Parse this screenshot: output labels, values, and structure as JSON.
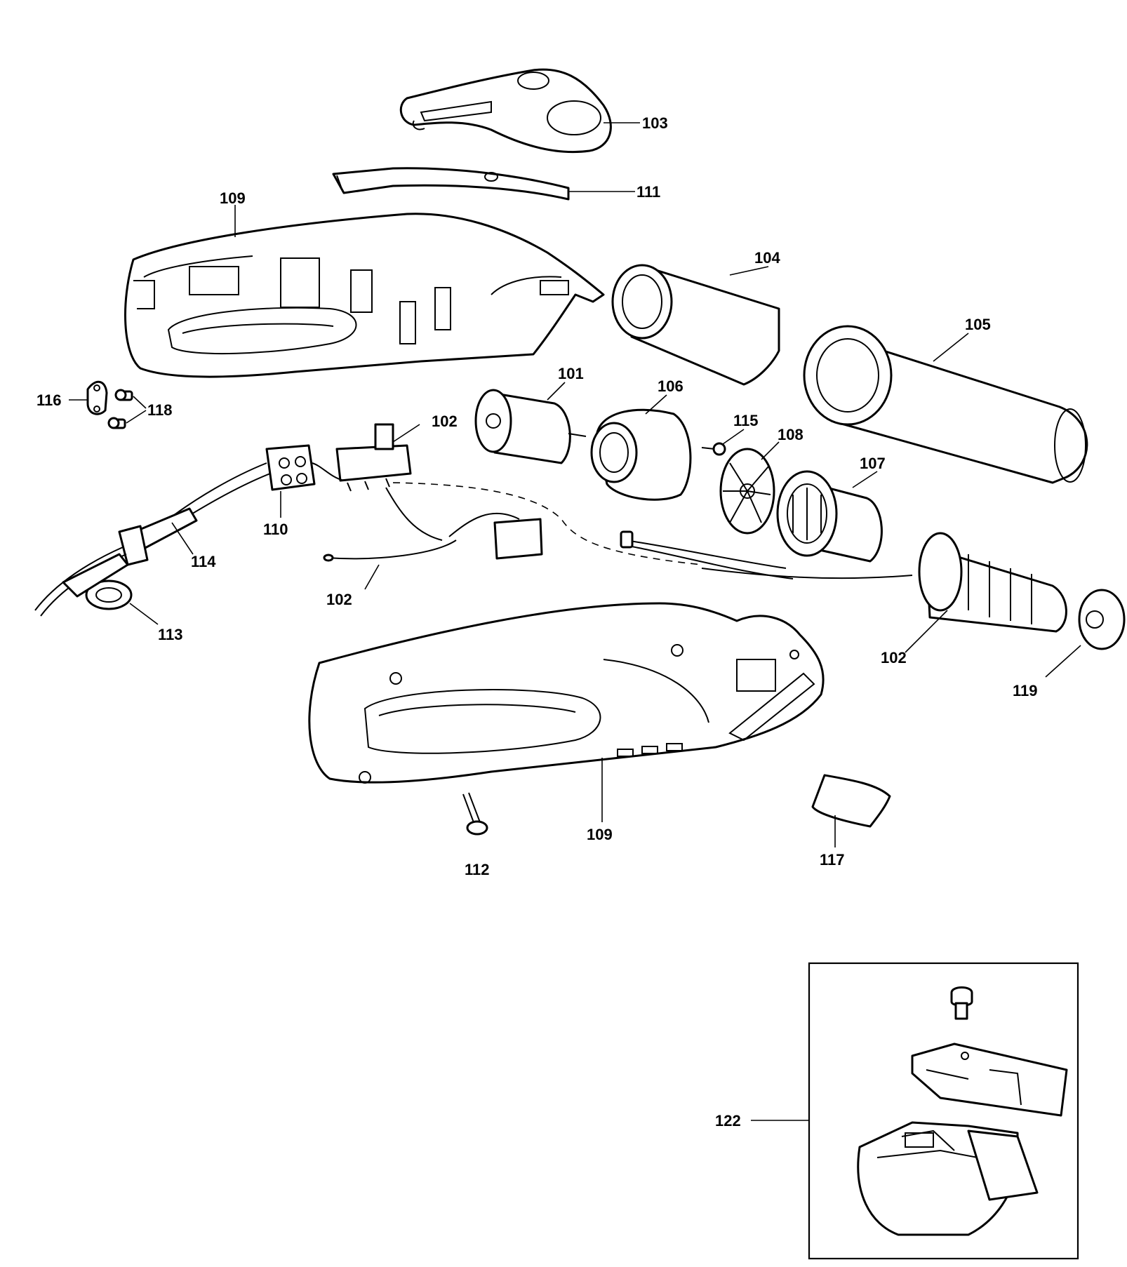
{
  "labels": {
    "p103": "103",
    "p111": "111",
    "p109_top": "109",
    "p104": "104",
    "p105": "105",
    "p101": "101",
    "p106": "106",
    "p116": "116",
    "p118": "118",
    "p102_switch": "102",
    "p115": "115",
    "p108": "108",
    "p107": "107",
    "p110": "110",
    "p114": "114",
    "p102_wire": "102",
    "p113": "113",
    "p102_element": "102",
    "p119": "119",
    "p109_bottom": "109",
    "p112": "112",
    "p117": "117",
    "p122": "122"
  }
}
